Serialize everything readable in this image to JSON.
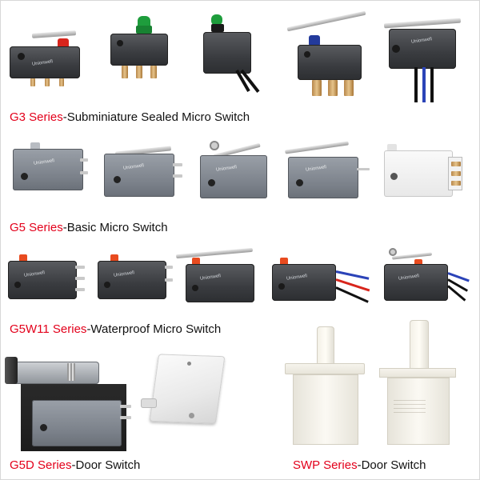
{
  "sections": [
    {
      "series": "G3 Series",
      "description": "-Subminiature Sealed Micro Switch"
    },
    {
      "series": "G5 Series",
      "description": "-Basic Micro Switch"
    },
    {
      "series": "G5W11 Series",
      "description": "-Waterproof  Micro Switch"
    },
    {
      "series": "G5D Series",
      "description": "-Door Switch"
    },
    {
      "series": "SWP Series",
      "description": "-Door Switch"
    }
  ],
  "brand_mark": "Unionwell",
  "colors": {
    "series_accent": "#e3001b",
    "text": "#111111",
    "background": "#ffffff"
  }
}
